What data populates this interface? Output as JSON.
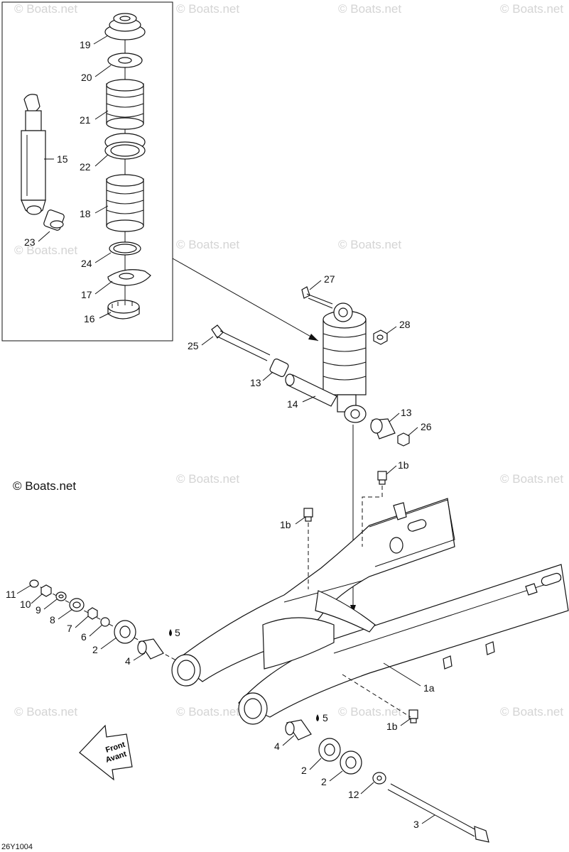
{
  "watermarks": [
    "© Boats.net",
    "© Boats.net",
    "© Boats.net",
    "© Boats.net",
    "© Boats.net",
    "© Boats.net",
    "© Boats.net",
    "© Boats.net",
    "© Boats.net",
    "© Boats.net",
    "© Boats.net",
    "© Boats.net",
    "© Boats.net"
  ],
  "copyright": "© Boats.net",
  "callouts": [
    "19",
    "20",
    "21",
    "22",
    "18",
    "24",
    "17",
    "16",
    "15",
    "23",
    "27",
    "28",
    "25",
    "13",
    "14",
    "13",
    "26",
    "1b",
    "1b",
    "1a",
    "1b",
    "11",
    "10",
    "9",
    "8",
    "7",
    "6",
    "2",
    "5",
    "4",
    "5",
    "4",
    "2",
    "2",
    "12",
    "3"
  ],
  "direction_badge": {
    "line1": "Front",
    "line2": "Avant"
  },
  "drawing_code": "26Y1004"
}
